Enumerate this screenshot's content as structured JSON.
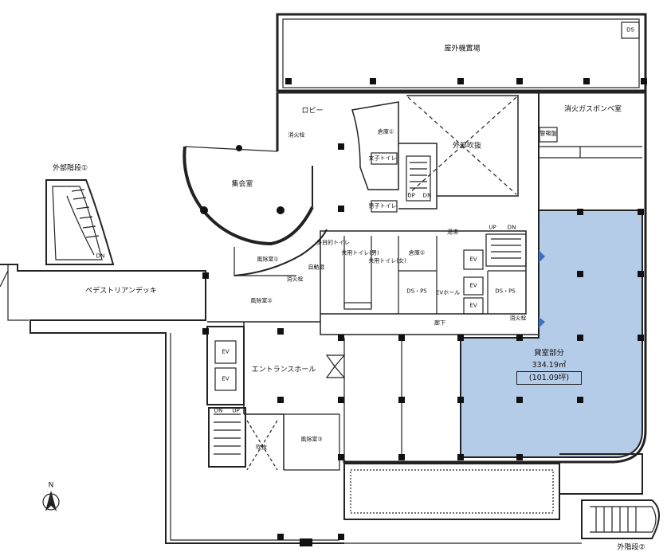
{
  "rooms": {
    "outdoor_equipment": "屋外機置場",
    "ds_top": "DS",
    "lobby": "ロビー",
    "fire_hydrant_1": "消火栓",
    "storage_1": "倉庫①",
    "outer_void": "外部吹抜",
    "fire_gas_cylinder": "消火ガスボンベ室",
    "alarm_box": "警報盤",
    "assembly_room": "集会室",
    "outer_stairs_1": "外部階段①",
    "dn_1": "DN",
    "womens_wc": "女子トイレ",
    "mens_wc": "男子トイレ",
    "up": "UP",
    "dn": "DN",
    "kitchenette": "湯沸",
    "multi_wc": "多目的トイレ",
    "shared_wc_m": "共用トイレ(男)",
    "shared_wc_f": "共用トイレ(女)",
    "storage_2": "倉庫②",
    "windbreak_1": "風除室①",
    "auto_door": "自動扉",
    "fire_hydrant_2": "消火栓",
    "pedestrian_deck": "ペデストリアンデッキ",
    "windbreak_2": "風除室②",
    "ds_ps_1": "DS・PS",
    "ev_hall": "EVホール",
    "ev": "EV",
    "ds_ps_2": "DS・PS",
    "corridor": "廊下",
    "fire_hydrant_3": "消火栓",
    "entrance_hall": "エントランスホール",
    "void": "吹抜",
    "windbreak_3": "風除室③",
    "outer_stairs_2": "外階段②",
    "north": "N"
  },
  "leasable": {
    "title": "貸室部分",
    "area_sqm": "334.19㎡",
    "area_tsubo": "(101.09坪)",
    "fill_color": "#b5cce8"
  }
}
